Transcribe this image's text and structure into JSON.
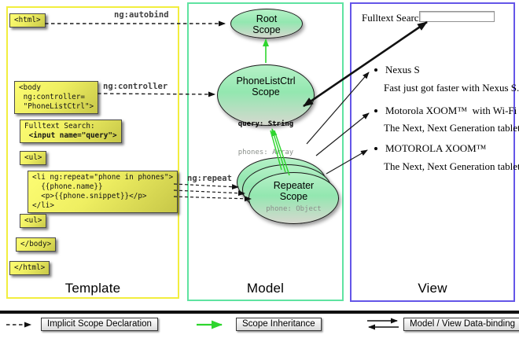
{
  "diagram": {
    "columns": {
      "template": "Template",
      "model": "Model",
      "view": "View"
    },
    "template": {
      "boxes": {
        "html_open": "<html>",
        "body_open": "<body\n ng:controller=\n \"PhoneListCtrl\">",
        "fulltext_label": "Fulltext Search:",
        "fulltext_input": " <input name=\"query\">",
        "ul_open": "<ul>",
        "li_repeat": "<li ng:repeat=\"phone in phones\">\n  {{phone.name}}\n  <p>{{phone.snippet}}</p>\n</li>",
        "ul_close": "<ul>",
        "body_close": "</body>",
        "html_close": "</html>"
      },
      "arrow_labels": {
        "autobind": "ng:autobind",
        "controller": "ng:controller",
        "repeat": "ng:repeat"
      }
    },
    "model": {
      "root_scope": {
        "title": "Root\nScope"
      },
      "phonelistctrl_scope": {
        "title": "PhoneListCtrl\nScope",
        "prop_query": "query: String",
        "prop_phones": "phones: Array"
      },
      "repeater_scope": {
        "title": "Repeater\nScope",
        "prop_phone": "phone: Object"
      }
    },
    "view": {
      "search_label": "Fulltext Search:",
      "search_value": "",
      "items": [
        {
          "title": "Nexus S",
          "desc": "Fast just got faster with Nexus S."
        },
        {
          "title": "Motorola XOOM™  with Wi-Fi",
          "desc": "The Next, Next Generation tablet."
        },
        {
          "title": "MOTOROLA XOOM™",
          "desc": "The Next, Next Generation tablet."
        }
      ]
    },
    "legend": [
      {
        "label": "Implicit Scope Declaration",
        "arrow": "dashed-black"
      },
      {
        "label": "Scope Inheritance",
        "arrow": "solid-green"
      },
      {
        "label": "Model / View Data-binding",
        "arrow": "double-black"
      }
    ],
    "colors": {
      "template_border": "#f2ee3e",
      "model_border": "#5fe3a1",
      "view_border": "#6456e8",
      "inheritance_green": "#2ed52e"
    }
  }
}
